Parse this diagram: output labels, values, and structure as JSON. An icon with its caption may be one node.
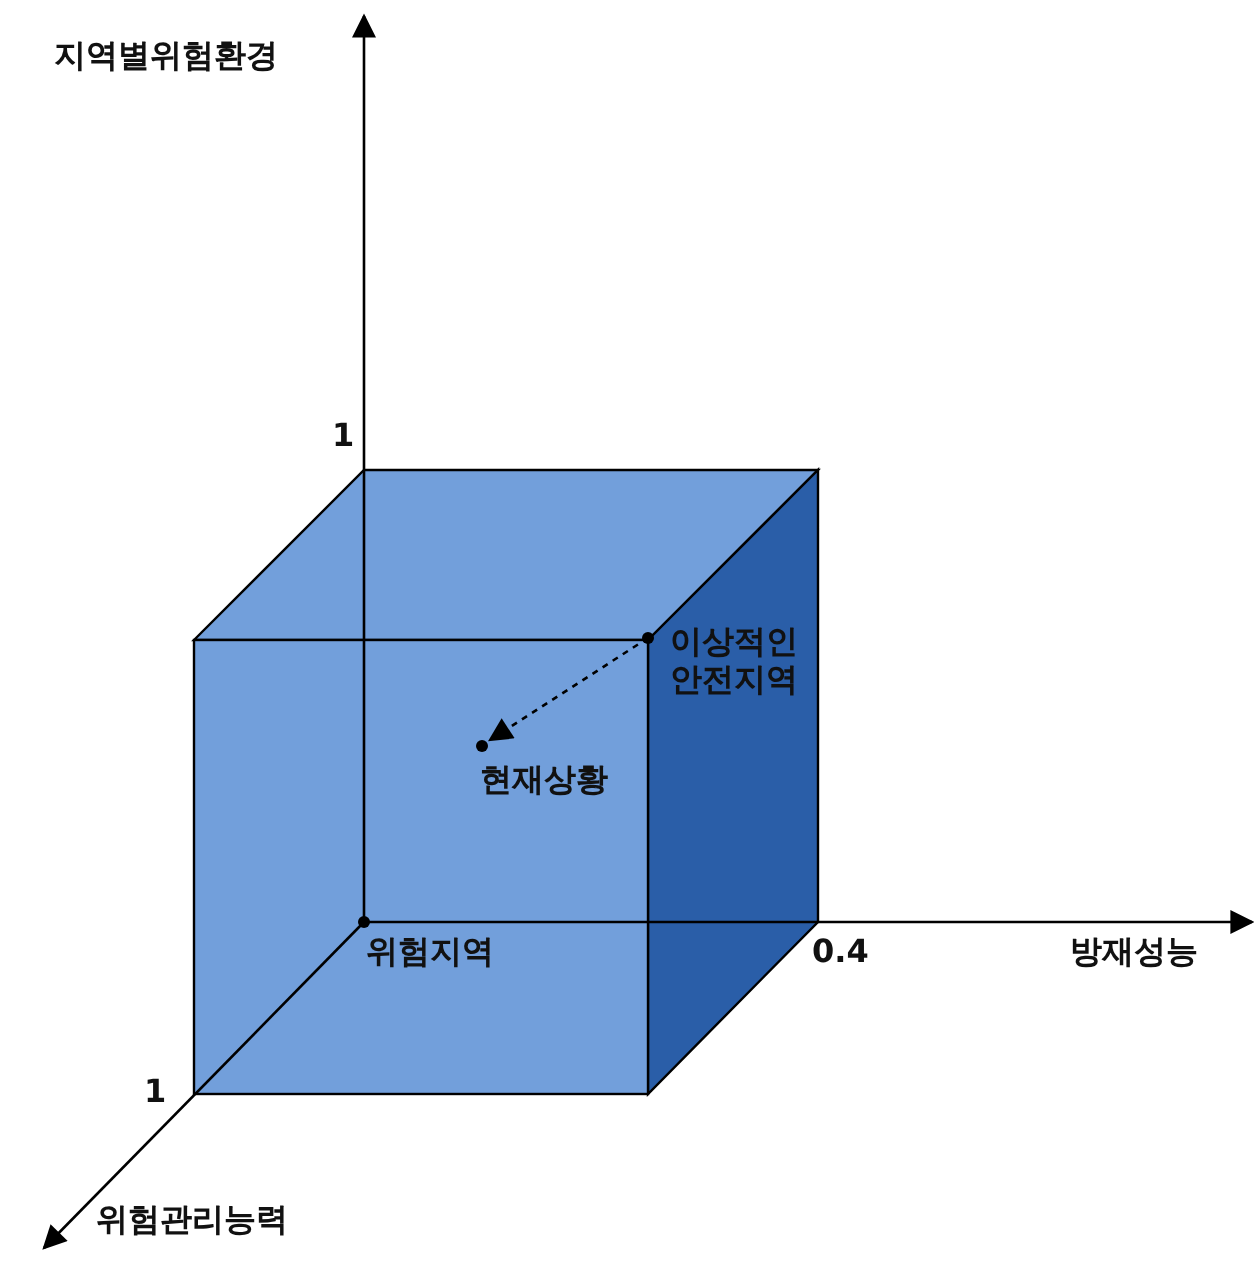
{
  "diagram": {
    "nodes": [
      {
        "text": [
          "이상적인 안전지역"
        ]
      },
      {
        "text": [
          "현재상황"
        ]
      }
    ],
    "edges": [
      {
        "from": 0,
        "to": 1,
        "arrow": "to",
        "style": "dashed"
      }
    ],
    "labels": [
      "지역별위험환경",
      "1",
      "위험지역",
      "0.4",
      "방재성능",
      "1",
      "위험관리능력"
    ]
  }
}
